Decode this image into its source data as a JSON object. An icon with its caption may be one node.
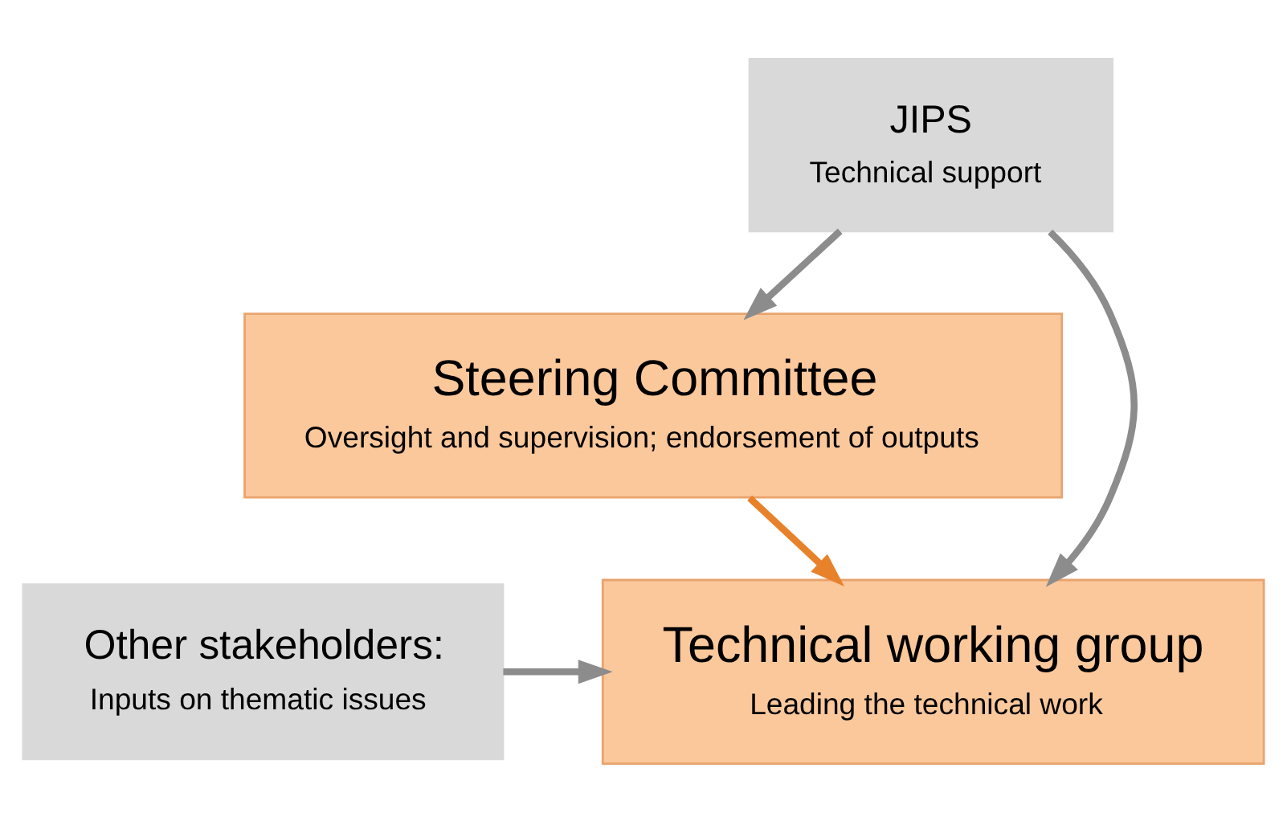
{
  "diagram": {
    "nodes": [
      {
        "text": [
          "Steering Committee",
          "Oversight and supervision; endorsement of outputs"
        ]
      },
      {
        "text": [
          "JIPS",
          "Technical support"
        ]
      },
      {
        "text": [
          "Technical working group",
          "Leading the technical work"
        ]
      },
      {
        "text": [
          "Other stakeholders:",
          "Inputs on thematic issues"
        ]
      }
    ],
    "edges": [
      {
        "from": 1,
        "to": 0,
        "arrow": "to"
      },
      {
        "from": 1,
        "to": 2,
        "arrow": "to"
      },
      {
        "from": 0,
        "to": 2,
        "arrow": "to",
        "color": "#e8822a"
      },
      {
        "from": 3,
        "to": 2,
        "arrow": "to"
      }
    ]
  }
}
